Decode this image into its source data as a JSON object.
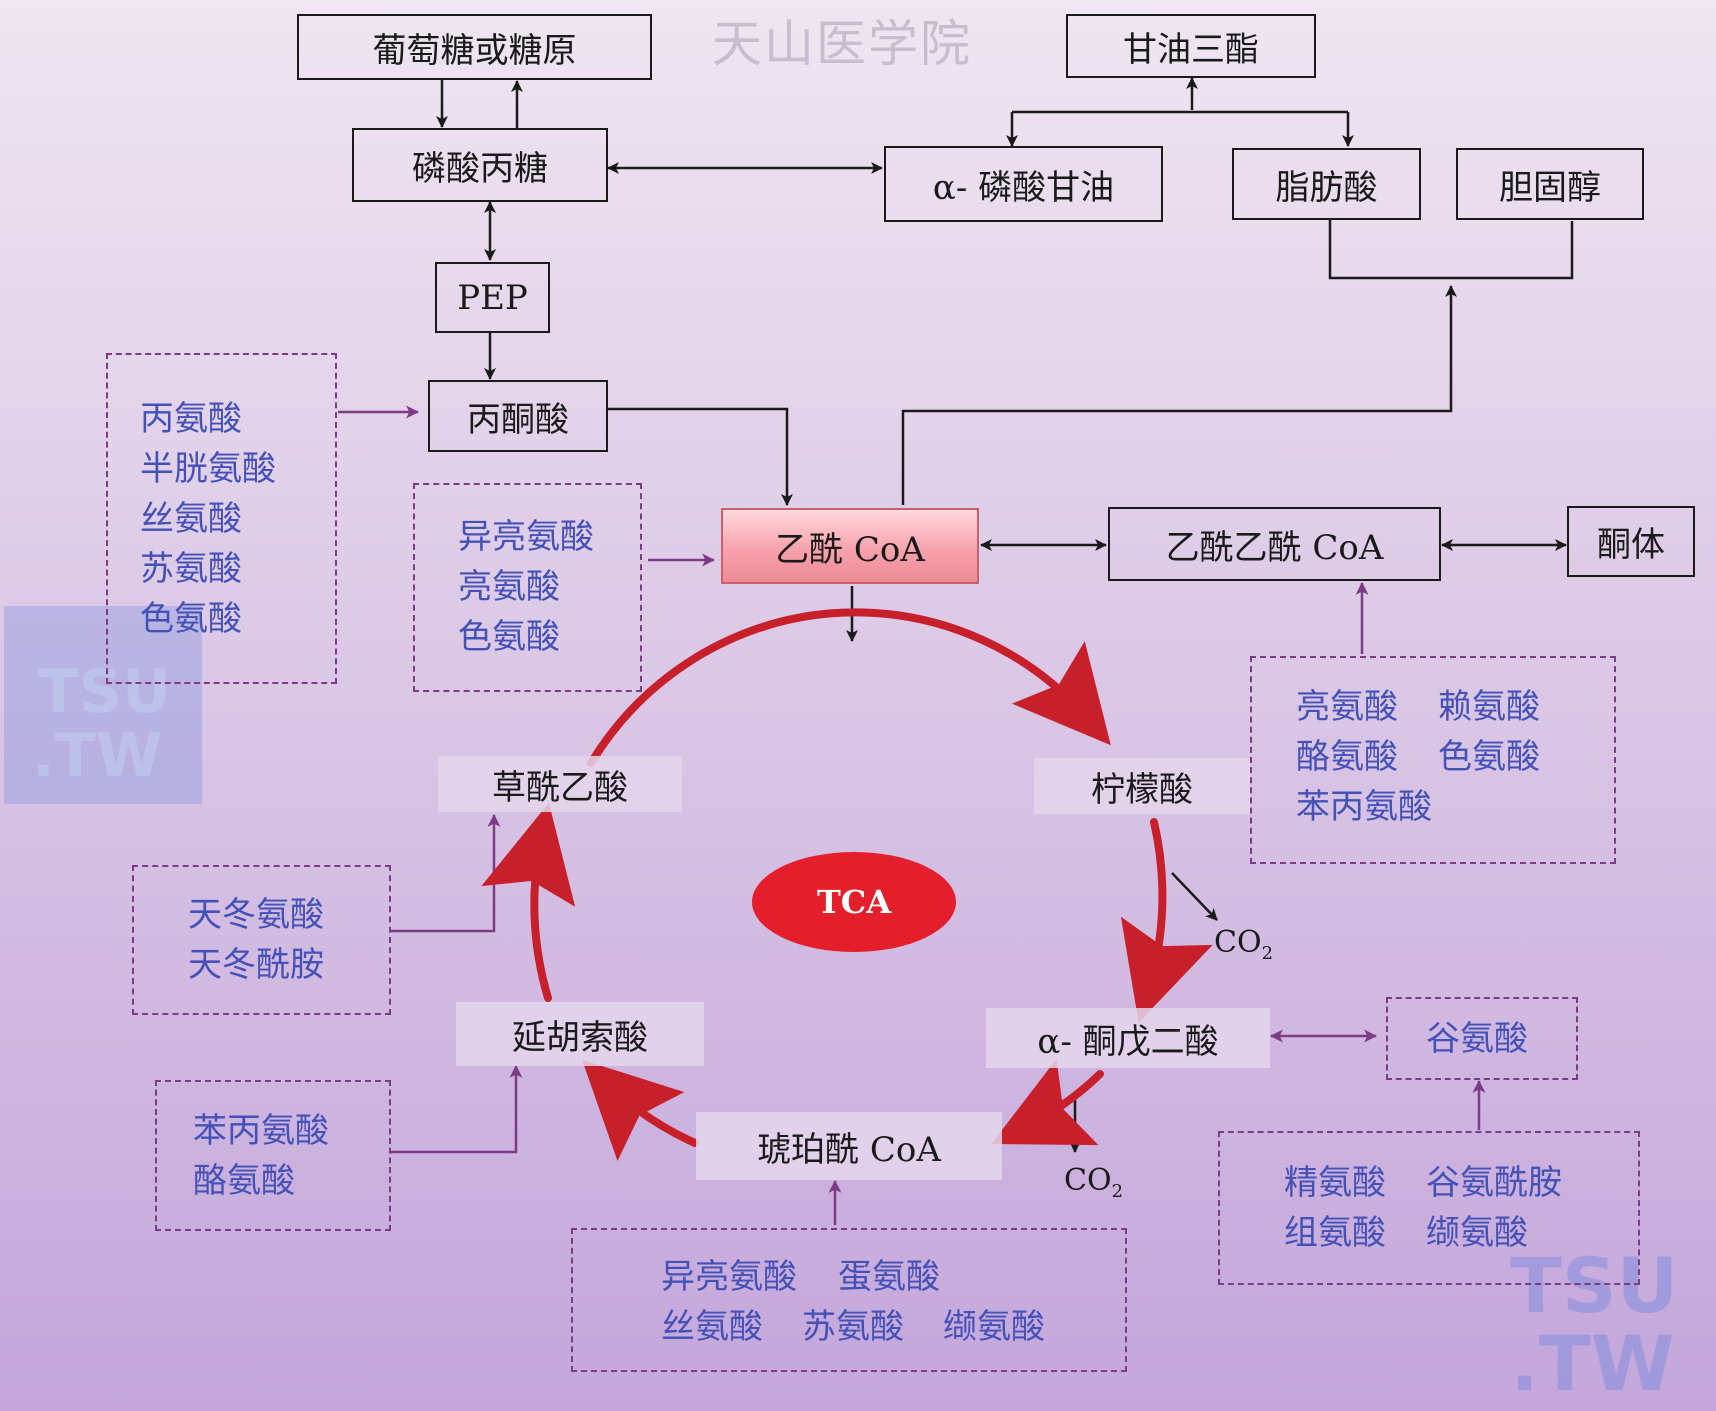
{
  "watermark": {
    "institution": "天山医学院",
    "logo_line1": "TSU",
    "logo_line2": ".TW"
  },
  "nodes": {
    "glucose": "葡萄糖或糖原",
    "triglyceride": "甘油三酯",
    "triose_phosphate": "磷酸丙糖",
    "glycerol_phosphate": "α- 磷酸甘油",
    "fatty_acid": "脂肪酸",
    "cholesterol": "胆固醇",
    "pep": "PEP",
    "pyruvate": "丙酮酸",
    "acetyl_coa": "乙酰 CoA",
    "acetoacetyl_coa": "乙酰乙酰 CoA",
    "ketone_bodies": "酮体"
  },
  "tca": {
    "center": "TCA",
    "oxaloacetate": "草酰乙酸",
    "citrate": "柠檬酸",
    "alpha_ketoglutarate": "α- 酮戊二酸",
    "succinyl_coa": "琥珀酰 CoA",
    "fumarate": "延胡索酸",
    "co2": "CO",
    "co2_sub": "2"
  },
  "amino_acid_groups": {
    "to_pyruvate": [
      "丙氨酸",
      "半胱氨酸",
      "丝氨酸",
      "苏氨酸",
      "色氨酸"
    ],
    "to_acetyl_coa": [
      "异亮氨酸",
      "亮氨酸",
      "色氨酸"
    ],
    "to_acetoacetyl_coa": [
      "亮氨酸",
      "赖氨酸",
      "酪氨酸",
      "色氨酸",
      "苯丙氨酸"
    ],
    "to_oxaloacetate": [
      "天冬氨酸",
      "天冬酰胺"
    ],
    "to_fumarate": [
      "苯丙氨酸",
      "酪氨酸"
    ],
    "to_succinyl_coa": [
      "异亮氨酸",
      "蛋氨酸",
      "丝氨酸",
      "苏氨酸",
      "缬氨酸"
    ],
    "glutamate": "谷氨酸",
    "to_glutamate": [
      "精氨酸",
      "谷氨酰胺",
      "组氨酸",
      "缬氨酸"
    ]
  },
  "colors": {
    "black_arrow": "#1a1a1a",
    "purple_arrow": "#7c3b84",
    "tca_arrow": "#c8202b",
    "tca_oval": "#e41e2a",
    "amino_text": "#4452b8"
  }
}
